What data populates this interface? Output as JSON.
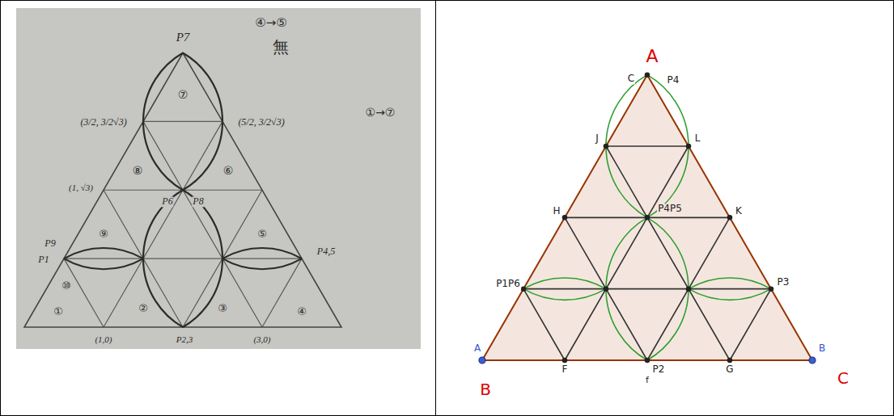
{
  "diagram": {
    "labels": [
      "P7",
      "④→⑤",
      "無",
      "(3/2, 3/2√3)",
      "(5/2, 3/2√3)",
      "①→⑦",
      "⑦",
      "⑧",
      "⑥",
      "(1, √3)",
      "P6",
      "P8",
      "⑨",
      "P9",
      "P1",
      "⑤",
      "P4,5",
      "⑩",
      "①",
      "②",
      "③",
      "④",
      "(1,0)",
      "P2,3",
      "(3,0)",
      "A",
      "C",
      "P4",
      "J",
      "L",
      "H",
      "P4P5",
      "K",
      "P1P6",
      "P3",
      "A",
      "B",
      "F",
      "P2",
      "f",
      "G",
      "B",
      "C"
    ]
  }
}
